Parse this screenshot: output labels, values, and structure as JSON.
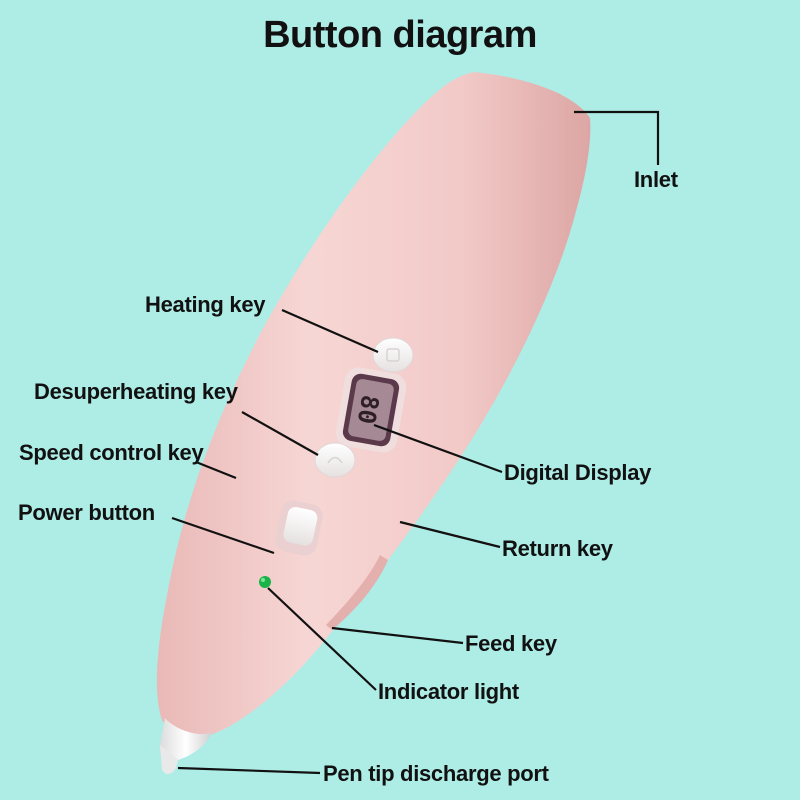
{
  "title": "Button diagram",
  "display_reading": "80",
  "labels": {
    "inlet": "Inlet",
    "heating_key": "Heating key",
    "desuperheating_key": "Desuperheating key",
    "speed_control_key": "Speed control key",
    "power_button": "Power button",
    "digital_display": "Digital Display",
    "return_key": "Return key",
    "feed_key": "Feed key",
    "indicator_light": "Indicator light",
    "pen_tip_discharge_port": "Pen tip discharge port"
  },
  "colors": {
    "background": "#aeece6",
    "pen_body": "#f4cfcd",
    "display_screen": "#5a3a4a",
    "indicator_light": "#19b34a",
    "leader_line": "#111111"
  }
}
